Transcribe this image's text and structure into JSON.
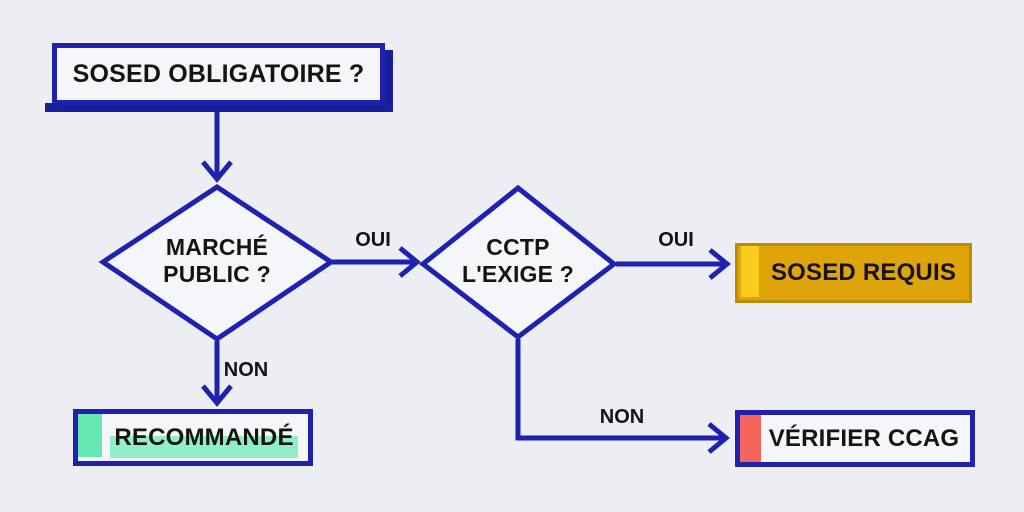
{
  "meta": {
    "type": "flowchart",
    "language": "fr"
  },
  "nodes": {
    "start": {
      "label": "SOSED OBLIGATOIRE ?"
    },
    "decision1": {
      "line1": "MARCHÉ",
      "line2": "PUBLIC ?"
    },
    "decision2": {
      "line1": "CCTP",
      "line2": "L'EXIGE ?"
    },
    "outcome_requis": {
      "label": "SOSED REQUIS"
    },
    "outcome_recommande": {
      "label": "RECOMMANDÉ"
    },
    "outcome_ccag": {
      "label": "VÉRIFIER CCAG"
    }
  },
  "edges": {
    "marche_oui": "OUI",
    "marche_non": "NON",
    "cctp_oui": "OUI",
    "cctp_non": "NON"
  },
  "colors": {
    "background": "#ECEEF4",
    "node_fill": "#F5F6FA",
    "line_blue": "#1E22AE",
    "shadow_navy": "#1A1E9C",
    "gold_fill": "#DFA40A",
    "gold_accent": "#F8CB1D",
    "gold_border": "#BA8D08",
    "mint_accent": "#66E6B1",
    "mint_highlight": "#90EFC8",
    "red_accent": "#F4655C",
    "text": "#141414"
  }
}
